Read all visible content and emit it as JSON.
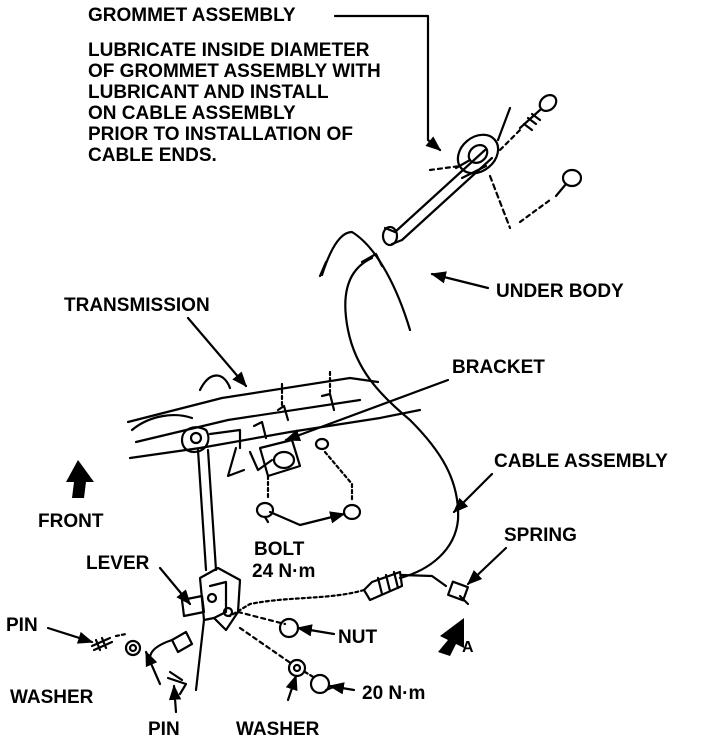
{
  "labels": {
    "grommet_assembly": "GROMMET ASSEMBLY",
    "note_lines": [
      "LUBRICATE INSIDE DIAMETER",
      "OF GROMMET ASSEMBLY WITH",
      "LUBRICANT AND INSTALL",
      "ON CABLE ASSEMBLY",
      "PRIOR TO INSTALLATION OF",
      "CABLE ENDS."
    ],
    "under_body": "UNDER BODY",
    "transmission": "TRANSMISSION",
    "bracket": "BRACKET",
    "cable_assembly": "CABLE ASSEMBLY",
    "front": "FRONT",
    "spring": "SPRING",
    "bolt": "BOLT",
    "bolt_torque": "24 N·m",
    "lever": "LEVER",
    "pin_left": "PIN",
    "nut": "NUT",
    "view_a": "A",
    "washer_left": "WASHER",
    "nut_torque": "20 N·m",
    "pin_bottom": "PIN",
    "washer_bottom": "WASHER"
  }
}
